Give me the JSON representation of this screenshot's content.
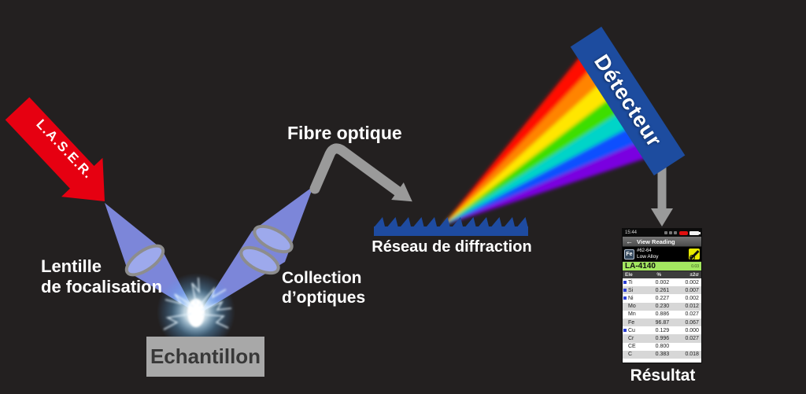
{
  "colors": {
    "background": "#232020",
    "laser_red": "#e60011",
    "beam_blue": "#7c86d9",
    "lens_blue": "#9da9ec",
    "grating_blue": "#1e4ba0",
    "detector_blue": "#1d4c9f",
    "arrow_gray": "#9a9a9a",
    "sample_gray": "#a8a8a8",
    "grade_green": "#a3e760"
  },
  "labels": {
    "laser": "L.A.S.E.R.",
    "lens_line1": "Lentille",
    "lens_line2": "de focalisation",
    "sample": "Echantillon",
    "collection_line1": "Collection",
    "collection_line2": "d’optiques",
    "fiber": "Fibre optique",
    "grating": "Réseau de diffraction",
    "detector": "Détecteur",
    "result": "Résultat"
  },
  "device": {
    "status_time": "15:44",
    "back_icon": "←",
    "header_title": "View Reading",
    "sample_id": "#62-64",
    "sample_type": "Low Alloy",
    "element_tile": "Fe",
    "grade": "LA-4140",
    "grade_score": "0.03",
    "table": {
      "headers": [
        "Ele",
        "%",
        "±2σ"
      ],
      "rows": [
        {
          "el": "Ti",
          "pct": "0.002",
          "sigma": "0.002",
          "flag": true
        },
        {
          "el": "Si",
          "pct": "0.261",
          "sigma": "0.007",
          "flag": true
        },
        {
          "el": "Ni",
          "pct": "0.227",
          "sigma": "0.002",
          "flag": true
        },
        {
          "el": "Mo",
          "pct": "0.230",
          "sigma": "0.012",
          "flag": false
        },
        {
          "el": "Mn",
          "pct": "0.886",
          "sigma": "0.027",
          "flag": false
        },
        {
          "el": "Fe",
          "pct": "96.87",
          "sigma": "0.067",
          "flag": false
        },
        {
          "el": "Cu",
          "pct": "0.129",
          "sigma": "0.000",
          "flag": true
        },
        {
          "el": "Cr",
          "pct": "0.996",
          "sigma": "0.027",
          "flag": false
        },
        {
          "el": "CE",
          "pct": "0.800",
          "sigma": "",
          "flag": false
        },
        {
          "el": "C",
          "pct": "0.383",
          "sigma": "0.018",
          "flag": false
        }
      ]
    }
  }
}
